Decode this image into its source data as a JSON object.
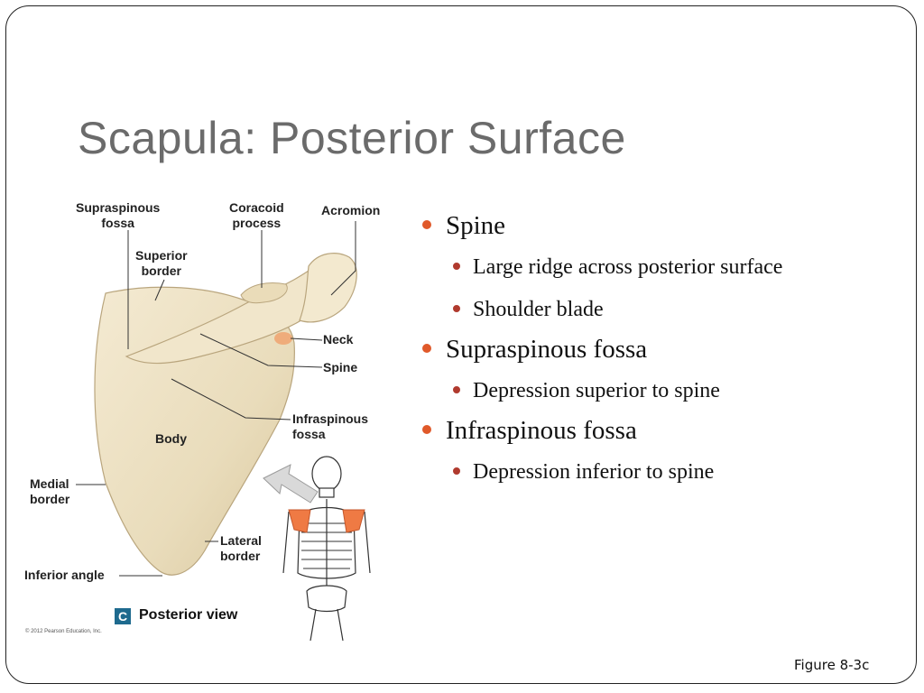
{
  "slide": {
    "title": "Scapula:  Posterior Surface",
    "figure_reference": "Figure 8-3c"
  },
  "figure": {
    "labels": {
      "supraspinous_fossa": "Supraspinous\nfossa",
      "coracoid_process": "Coracoid\nprocess",
      "acromion": "Acromion",
      "superior_border": "Superior\nborder",
      "neck": "Neck",
      "spine": "Spine",
      "infraspinous_fossa": "Infraspinous\nfossa",
      "body": "Body",
      "medial_border": "Medial\nborder",
      "lateral_border": "Lateral\nborder",
      "inferior_angle": "Inferior angle"
    },
    "view_badge": "C",
    "view_caption": "Posterior view",
    "copyright": "© 2012 Pearson Education, Inc.",
    "colors": {
      "bone": "#eee2c4",
      "highlight": "#ef7a44",
      "badge": "#1e6a8e"
    }
  },
  "bullets": [
    {
      "text": "Spine",
      "sub": [
        "Large ridge across posterior surface",
        "Shoulder blade"
      ]
    },
    {
      "text": "Supraspinous fossa",
      "sub": [
        "Depression superior to spine"
      ]
    },
    {
      "text": "Infraspinous fossa",
      "sub": [
        "Depression inferior to spine"
      ]
    }
  ],
  "colors": {
    "title": "#6b6b6b",
    "bullet_l1": "#e0592a",
    "bullet_l2": "#b03a2e"
  }
}
